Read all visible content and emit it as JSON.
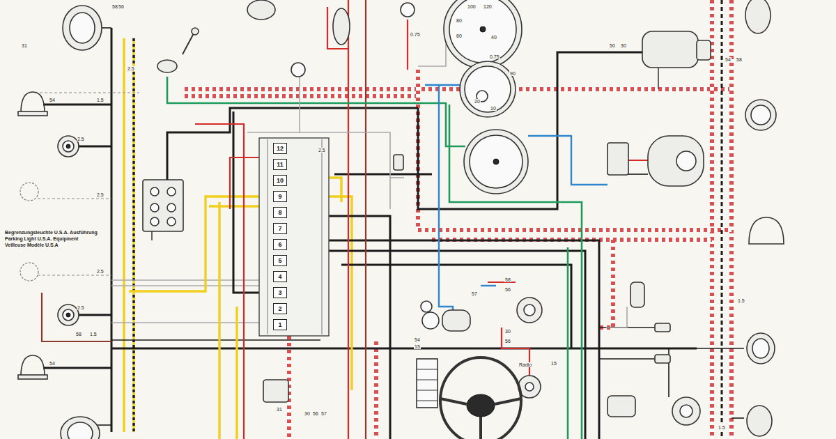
{
  "diagram": {
    "nodes": [
      {
        "text": [
          "12"
        ]
      },
      {
        "text": [
          "11"
        ]
      },
      {
        "text": [
          "10"
        ]
      },
      {
        "text": [
          "9"
        ]
      },
      {
        "text": [
          "8"
        ]
      },
      {
        "text": [
          "7"
        ]
      },
      {
        "text": [
          "6"
        ]
      },
      {
        "text": [
          "5"
        ]
      },
      {
        "text": [
          "4"
        ]
      },
      {
        "text": [
          "3"
        ]
      },
      {
        "text": [
          "2"
        ]
      },
      {
        "text": [
          "1"
        ]
      }
    ],
    "labels": [
      "Begrenzungsleuchte U.S.A. Ausführung",
      "Parking Light U.S.A. Equipment",
      "Veilleuse Modèle U.S.A",
      "31",
      "58",
      "56",
      "54",
      "2.5",
      "1.5",
      "2.5",
      "2.5",
      "2.5",
      "2.5",
      "58",
      "1.5",
      "54",
      "2.5",
      "0.75",
      "100",
      "120",
      "80",
      "60",
      "40",
      "0.75",
      "90",
      "20",
      "10",
      "50",
      "30",
      "54",
      "58",
      "57",
      "58",
      "56",
      "30",
      "56",
      "Radio",
      "15",
      "54",
      "15",
      "31",
      "30",
      "56",
      "57",
      "1.5",
      "1.5"
    ]
  }
}
